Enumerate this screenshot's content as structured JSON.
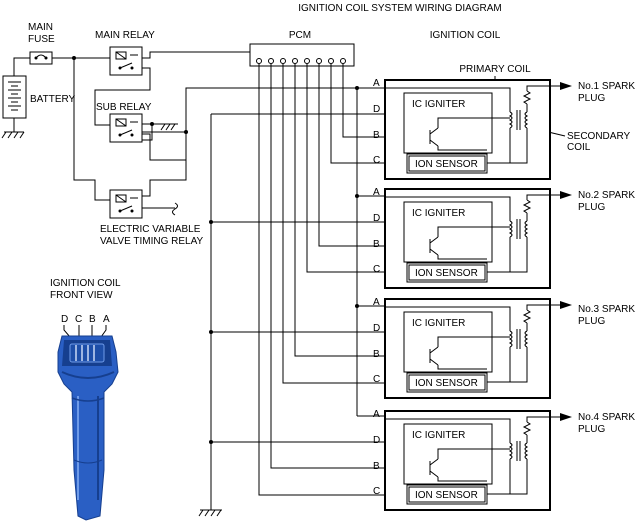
{
  "title": "IGNITION COIL SYSTEM WIRING DIAGRAM",
  "labels": {
    "main_fuse_1": "MAIN",
    "main_fuse_2": "FUSE",
    "main_relay": "MAIN RELAY",
    "pcm": "PCM",
    "ignition_coil": "IGNITION COIL",
    "battery": "BATTERY",
    "sub_relay": "SUB RELAY",
    "primary_coil": "PRIMARY COIL",
    "secondary_coil_1": "SECONDARY",
    "secondary_coil_2": "COIL",
    "evt_relay_1": "ELECTRIC VARIABLE",
    "evt_relay_2": "VALVE TIMING RELAY",
    "front_view_1": "IGNITION COIL",
    "front_view_2": "FRONT VIEW",
    "ic_igniter": "IC IGNITER",
    "ion_sensor": "ION SENSOR"
  },
  "terminals": [
    "A",
    "B",
    "C",
    "D"
  ],
  "front_view_pins": [
    "D",
    "C",
    "B",
    "A"
  ],
  "spark_plugs": [
    {
      "line1": "No.1 SPARK",
      "line2": "PLUG"
    },
    {
      "line1": "No.2 SPARK",
      "line2": "PLUG"
    },
    {
      "line1": "No.3 SPARK",
      "line2": "PLUG"
    },
    {
      "line1": "No.4 SPARK",
      "line2": "PLUG"
    }
  ],
  "colors": {
    "coil_body": "#2a5fc4",
    "coil_dark": "#163f8f",
    "coil_light": "#6f9be8",
    "wire": "#000000"
  }
}
